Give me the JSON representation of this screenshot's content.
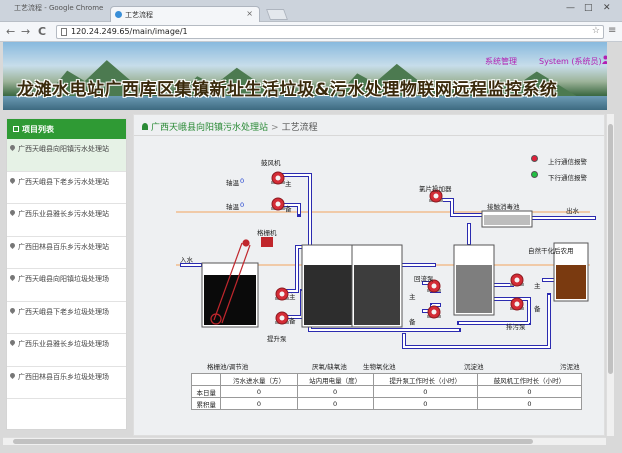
{
  "browser": {
    "window_title": "工艺流程 - Google Chrome",
    "tab_title": "工艺流程",
    "tab_close": "×",
    "win_minimize": "—",
    "win_maximize": "□",
    "win_close": "✕",
    "back": "←",
    "forward": "→",
    "reload": "C",
    "url": "120.24.249.65/main/image/1",
    "star": "☆",
    "menu": "≡"
  },
  "header": {
    "title": "龙滩水电站广西库区集镇新址生活垃圾&污水处理物联网远程监控系统",
    "sys_manage": "系统管理",
    "user_label": "System (系统员)"
  },
  "sidebar": {
    "title": "项目列表",
    "items": [
      {
        "label": "广西天峨县向阳镇污水处理站",
        "active": true
      },
      {
        "label": "广西天峨县下老乡污水处理站",
        "active": false
      },
      {
        "label": "广西乐业县雅长乡污水处理站",
        "active": false
      },
      {
        "label": "广西田林县百乐乡污水处理站",
        "active": false
      },
      {
        "label": "广西天峨县向阳镇垃圾处理场",
        "active": false
      },
      {
        "label": "广西天峨县下老乡垃圾处理场",
        "active": false
      },
      {
        "label": "广西乐业县雅长乡垃圾处理场",
        "active": false
      },
      {
        "label": "广西田林县百乐乡垃圾处理场",
        "active": false
      }
    ]
  },
  "breadcrumb": {
    "site": "广西天峨县向阳镇污水处理站",
    "separator": ">",
    "page": "工艺流程"
  },
  "diagram": {
    "blower": "鼓风机",
    "shaft_temp": "轴温",
    "bearing_temp": "轴温",
    "shaft_temp_value": "0",
    "bearing_temp_value": "0",
    "main": "主",
    "backup": "备",
    "grille": "格栅机",
    "inlet": "入水",
    "lift_pump": "提升泵",
    "chlorine_feeder": "氯片投加器",
    "contact_tank": "接触消毒池",
    "outlet": "出水",
    "reflux_pump": "回流泵",
    "sludge_drying": "自然干化后农用",
    "sludge_pump": "排污泵",
    "legend_up": "上行通信报警",
    "legend_down": "下行通信报警",
    "colors": {
      "alarm_up": "#e0203a",
      "alarm_down": "#21c043",
      "pipe": "#2b2bb0",
      "tank_dark": "#2d2d2d",
      "sludge": "#7a3a10"
    }
  },
  "tanks": [
    "格栅池/调节池",
    "厌氧/缺氧池",
    "生物氧化池",
    "沉淀池",
    "污泥池"
  ],
  "stats_table": {
    "headers": [
      "",
      "污水进水量（方）",
      "站内用电量（度）",
      "提升泵工作时长（小时）",
      "鼓风机工作时长（小时）"
    ],
    "rows": [
      [
        "本日量",
        "0",
        "0",
        "0",
        "0"
      ],
      [
        "累积量",
        "0",
        "0",
        "0",
        "0"
      ]
    ]
  }
}
